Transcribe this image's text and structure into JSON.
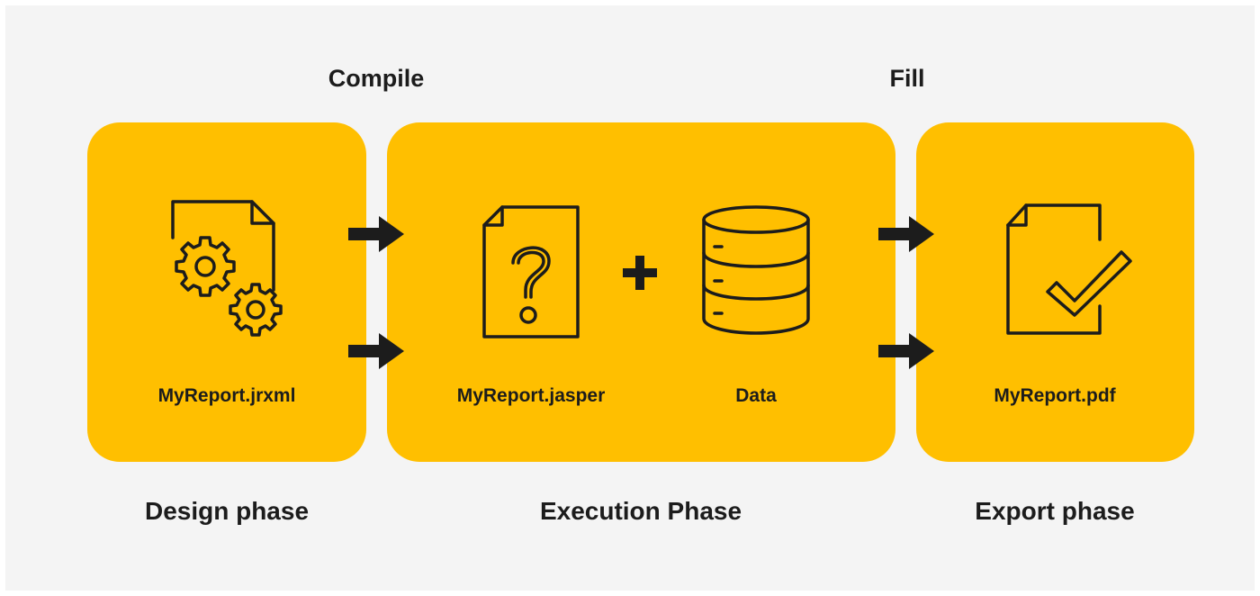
{
  "steps": {
    "compile": "Compile",
    "fill": "Fill"
  },
  "phases": {
    "design": "Design phase",
    "execution": "Execution Phase",
    "export": "Export phase"
  },
  "files": {
    "source": "MyReport.jrxml",
    "compiled": "MyReport.jasper",
    "data": "Data",
    "output": "MyReport.pdf"
  },
  "colors": {
    "box": "#ffbf00",
    "background": "#f4f4f4",
    "ink": "#1c1c1c"
  },
  "icons": [
    "document-gears-icon",
    "document-question-icon",
    "plus-icon",
    "database-icon",
    "document-check-icon",
    "arrow-right-icon"
  ]
}
